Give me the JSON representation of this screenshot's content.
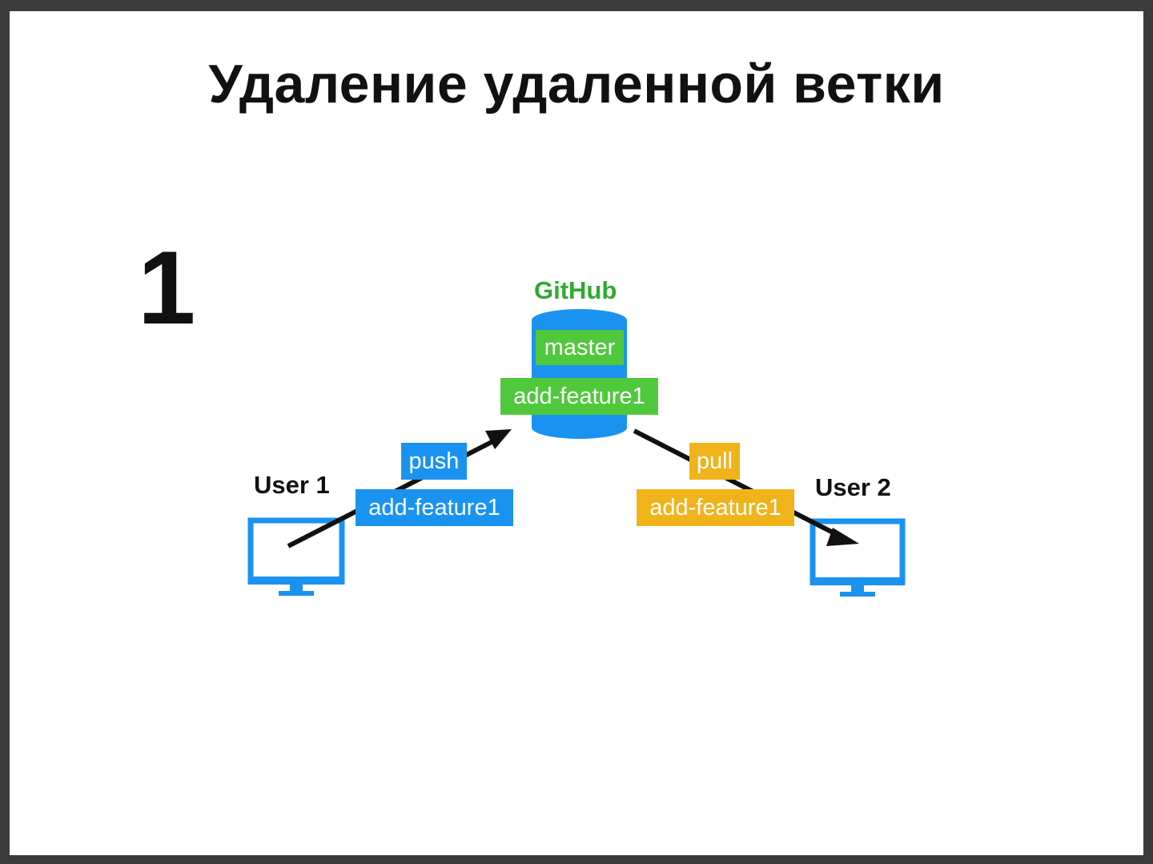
{
  "slide": {
    "title": "Удаление удаленной ветки",
    "step_number": "1"
  },
  "diagram": {
    "server": {
      "label": "GitHub",
      "label_color": "#2eab2e",
      "cylinder_color": "#1a93f0",
      "branches": [
        "master",
        "add-feature1"
      ],
      "branch_color": "#4fc93b"
    },
    "user1": {
      "label": "User 1",
      "action": "push",
      "branch": "add-feature1",
      "color": "#1a93f0",
      "icon": "monitor-icon"
    },
    "user2": {
      "label": "User 2",
      "action": "pull",
      "branch": "add-feature1",
      "color": "#f0b31a",
      "icon": "monitor-icon"
    },
    "arrow_color": "#111111"
  }
}
